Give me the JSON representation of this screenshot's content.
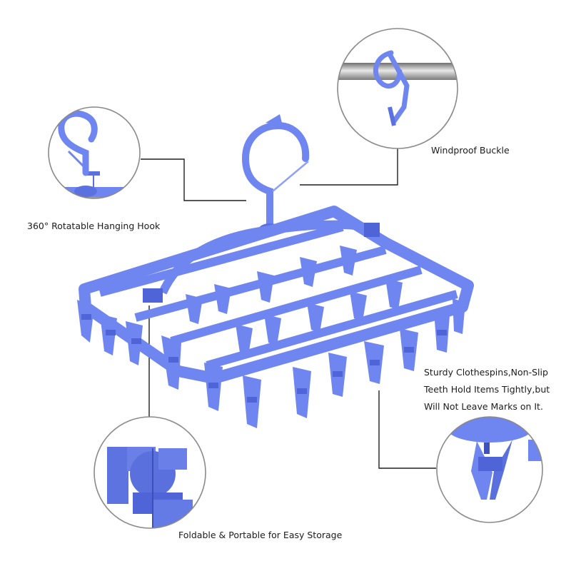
{
  "callouts": {
    "hook": "360° Rotatable Hanging Hook",
    "buckle": "Windproof Buckle",
    "fold": "Foldable & Portable for Easy Storage",
    "clips": [
      "Sturdy Clothespins,Non-Slip",
      "Teeth Hold Items Tightly,but",
      "Will Not Leave Marks on It."
    ]
  },
  "colors": {
    "product_blue": "#6f86f0",
    "product_blue_dark": "#4f64d6",
    "product_blue_light": "#93a6f7",
    "leader_line": "#1f1f1f",
    "circle_border": "#8a8a8a",
    "rail_metal": "#9a9a9a"
  }
}
